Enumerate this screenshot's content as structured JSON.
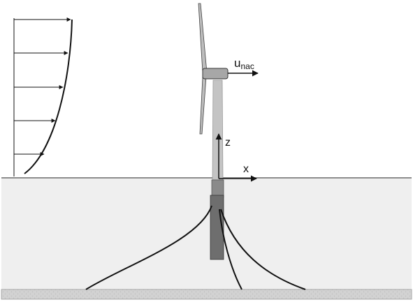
{
  "labels": {
    "velocity_main": "u",
    "velocity_sub": "nac",
    "axis_z": "z",
    "axis_x": "x"
  },
  "colors": {
    "sky": "#ffffff",
    "water": "#efefef",
    "seabed": "#d2d2d2",
    "water_line": "#8c8c8c",
    "tower": "#c4c4c4",
    "nacelle": "#a7a7a7",
    "transition": "#8a8a8a",
    "monopile": "#6e6e6e",
    "line": "#111111"
  }
}
